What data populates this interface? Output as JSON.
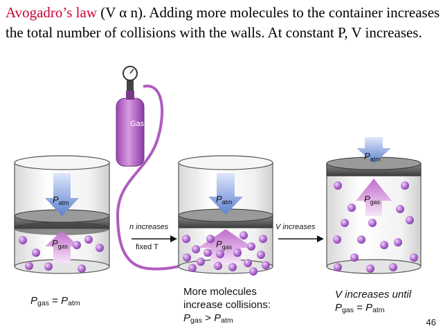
{
  "heading": {
    "law_name": "Avogadro’s law",
    "relation": " (V α n). Adding more molecules to the container increases the total number of collisions with the walls. At constant P, V increases."
  },
  "labels": {
    "gas": "Gas",
    "p": "P",
    "atm": "atm",
    "gas_sub": "gas",
    "n_increases": "n increases",
    "fixed_t": "fixed T",
    "v_increases": "V increases",
    "eq": " = ",
    "gt": " > "
  },
  "captions": {
    "left_expr": "P",
    "middle_line1": "More molecules",
    "middle_line2": "increase collisions:",
    "right_line1": "V increases until"
  },
  "slide_number": "46",
  "colors": {
    "heading_accent": "#cc0033",
    "arrow_blue": "#6f8fd6",
    "arrow_pink": "#c26fcc",
    "molecule": "#a45ec8",
    "cylinder": "#b05bc0"
  }
}
